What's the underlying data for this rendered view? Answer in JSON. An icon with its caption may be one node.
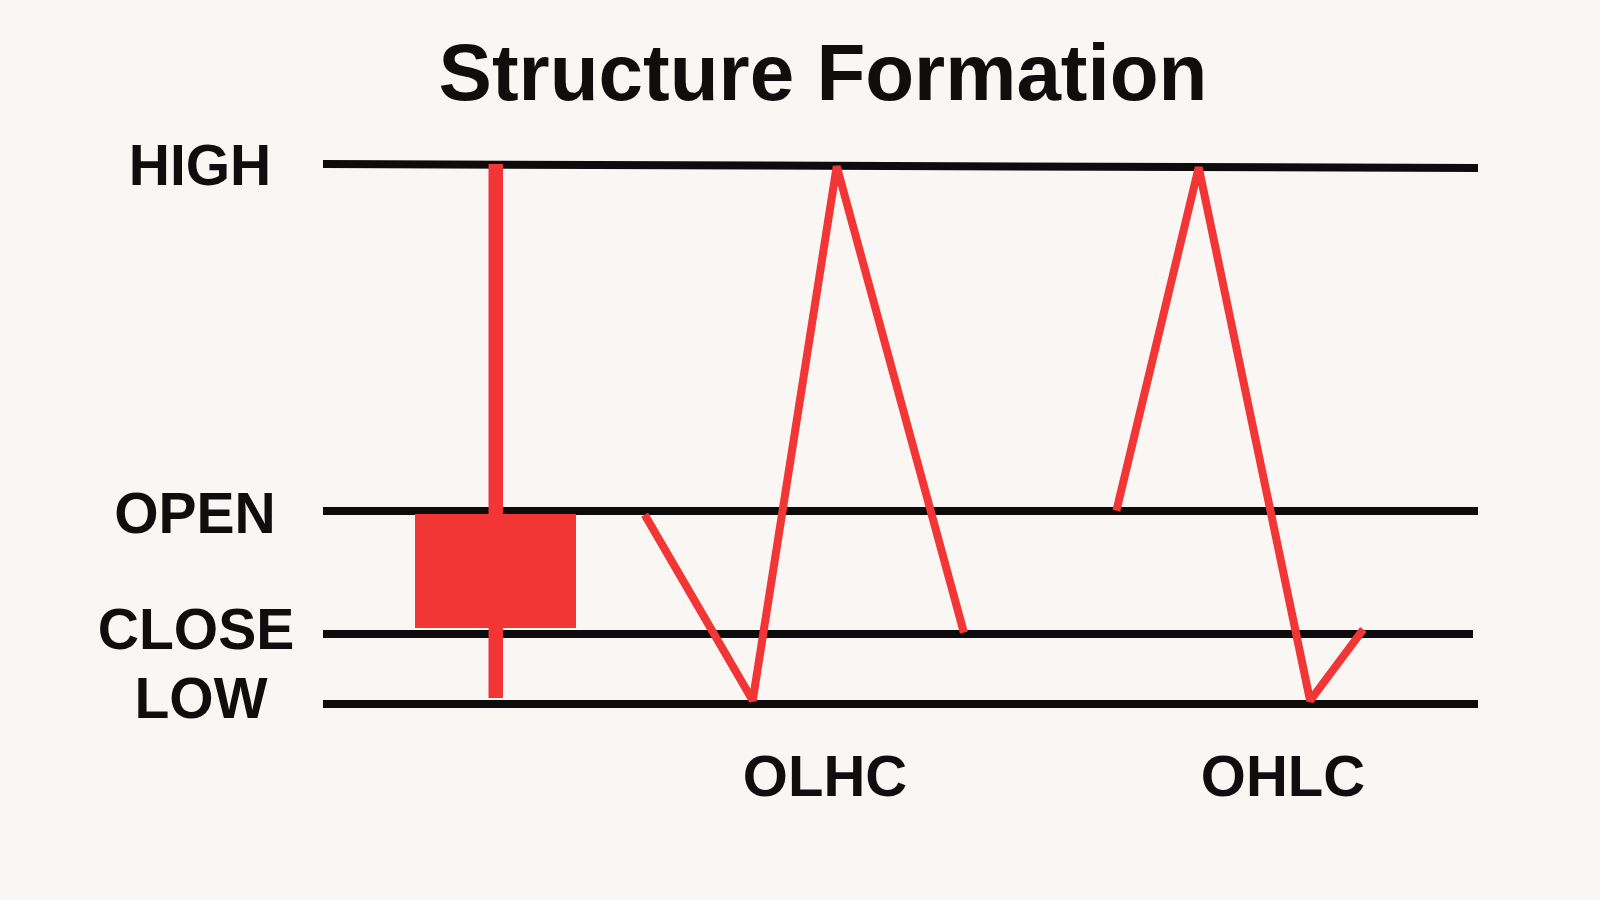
{
  "diagram": {
    "title": "Structure Formation",
    "labels": [
      "HIGH",
      "OPEN",
      "CLOSE",
      "LOW",
      "OLHC",
      "OHLC"
    ]
  }
}
